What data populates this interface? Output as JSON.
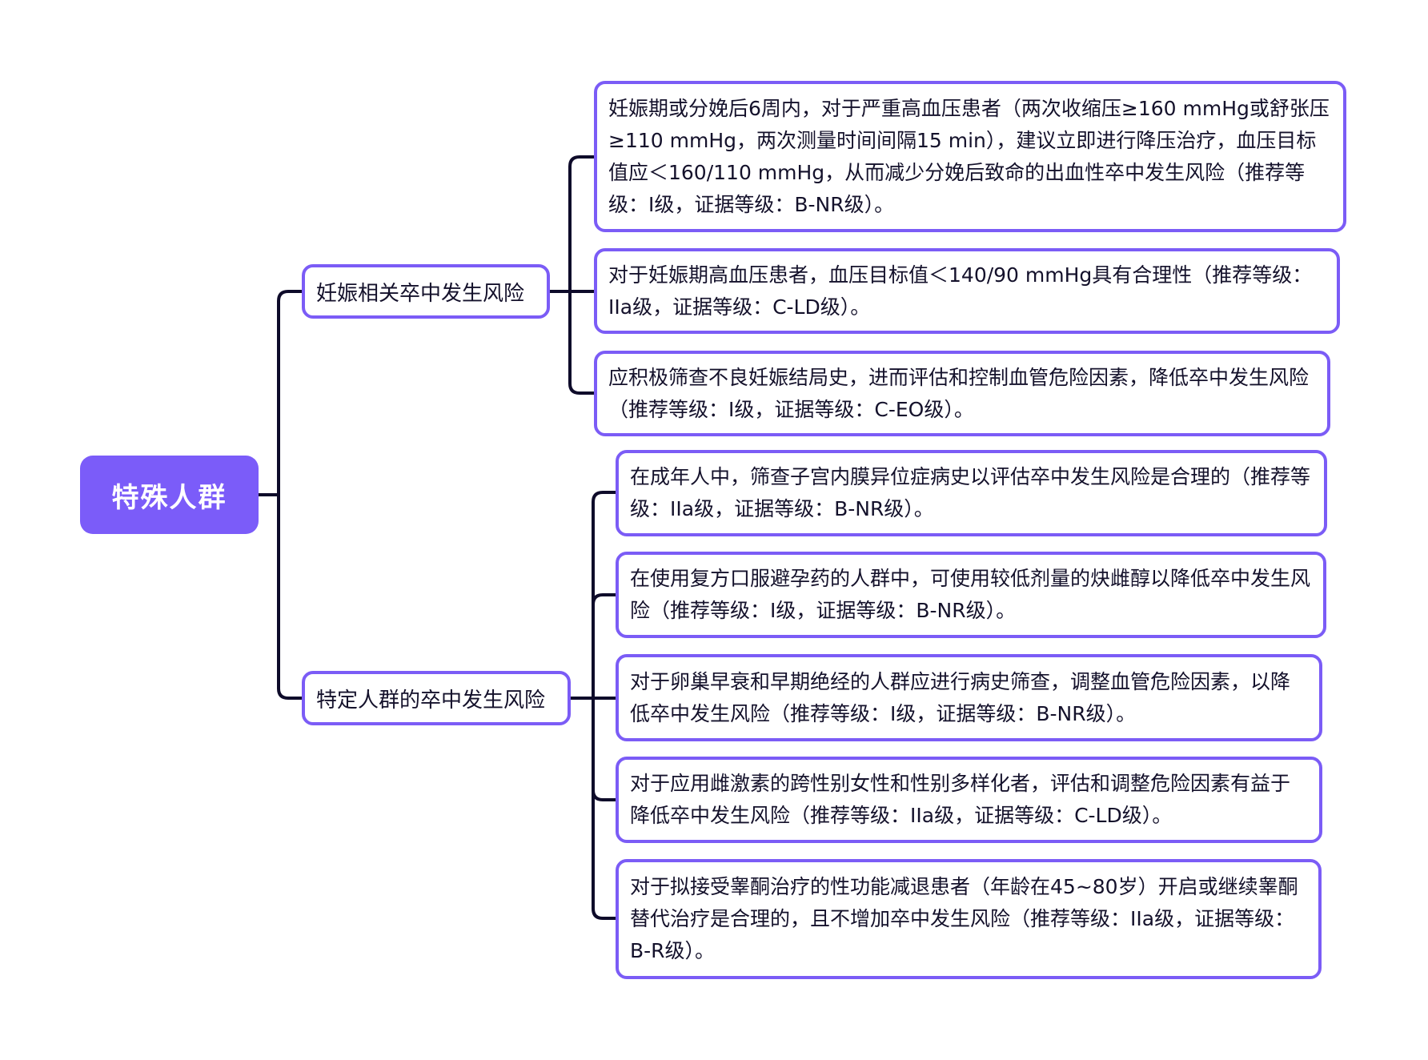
{
  "root": {
    "label": "特殊人群"
  },
  "branches": [
    {
      "label": "妊娠相关卒中发生风险",
      "leaves": [
        "妊娠期或分娩后6周内，对于严重高血压患者（两次收缩压≥160 mmHg或舒张压≥110 mmHg，两次测量时间间隔15 min），建议立即进行降压治疗，血压目标值应＜160/110 mmHg，从而减少分娩后致命的出血性卒中发生风险（推荐等级：I级，证据等级：B-NR级）。",
        "对于妊娠期高血压患者，血压目标值＜140/90 mmHg具有合理性（推荐等级：IIa级，证据等级：C-LD级）。",
        "应积极筛查不良妊娠结局史，进而评估和控制血管危险因素，降低卒中发生风险（推荐等级：I级，证据等级：C-EO级）。"
      ]
    },
    {
      "label": "特定人群的卒中发生风险",
      "leaves": [
        "在成年人中，筛查子宫内膜异位症病史以评估卒中发生风险是合理的（推荐等级：IIa级，证据等级：B-NR级）。",
        "在使用复方口服避孕药的人群中，可使用较低剂量的炔雌醇以降低卒中发生风险（推荐等级：I级，证据等级：B-NR级）。",
        "对于卵巢早衰和早期绝经的人群应进行病史筛查，调整血管危险因素，以降低卒中发生风险（推荐等级：I级，证据等级：B-NR级）。",
        "对于应用雌激素的跨性别女性和性别多样化者，评估和调整危险因素有益于降低卒中发生风险（推荐等级：IIa级，证据等级：C-LD级）。",
        "对于拟接受睾酮治疗的性功能减退患者（年龄在45~80岁）开启或继续睾酮替代治疗是合理的，且不增加卒中发生风险（推荐等级：IIa级，证据等级：B-R级）。"
      ]
    }
  ],
  "colors": {
    "accent": "#7b5cf6",
    "root_fill": "#7b5cf9",
    "connector": "#0e0b2a",
    "text": "#14112b"
  }
}
